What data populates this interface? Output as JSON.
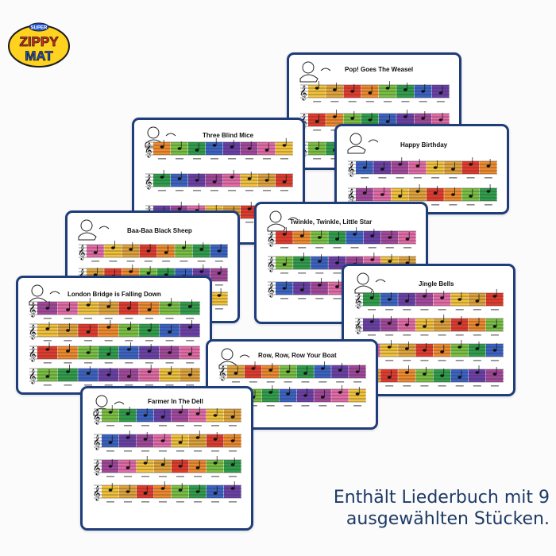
{
  "brand": {
    "logo_line1": "ZIPPY",
    "logo_line2": "MAT",
    "logo_badge": "SUPER",
    "colors": {
      "yellow": "#ffd21f",
      "red": "#e8242a",
      "blue": "#2457c8",
      "outline": "#1c1c1c"
    }
  },
  "caption": {
    "line1": "Enthält Liederbuch mit 9",
    "line2": "ausgewählten Stücken."
  },
  "colors": {
    "card_border": "#1f3d7a",
    "note_palette": [
      "#f3c33c",
      "#e0a33a",
      "#e23a2c",
      "#f08a2c",
      "#7ac143",
      "#2f9e4a",
      "#3a63c4",
      "#6b3fa8",
      "#a3479c",
      "#e56aa8"
    ]
  },
  "cards": [
    {
      "id": "pop-goes-the-weasel",
      "title": "Pop! Goes The Weasel"
    },
    {
      "id": "three-blind-mice",
      "title": "Three Blind Mice"
    },
    {
      "id": "happy-birthday",
      "title": "Happy Birthday"
    },
    {
      "id": "baa-baa-black-sheep",
      "title": "Baa-Baa Black Sheep"
    },
    {
      "id": "twinkle-twinkle",
      "title": "Twinkle, Twinkle, Little Star"
    },
    {
      "id": "jingle-bells",
      "title": "Jingle Bells"
    },
    {
      "id": "london-bridge",
      "title": "London Bridge is Falling Down"
    },
    {
      "id": "row-row-row",
      "title": "Row, Row, Row Your Boat"
    },
    {
      "id": "farmer-in-the-dell",
      "title": "Farmer In The Dell"
    }
  ]
}
